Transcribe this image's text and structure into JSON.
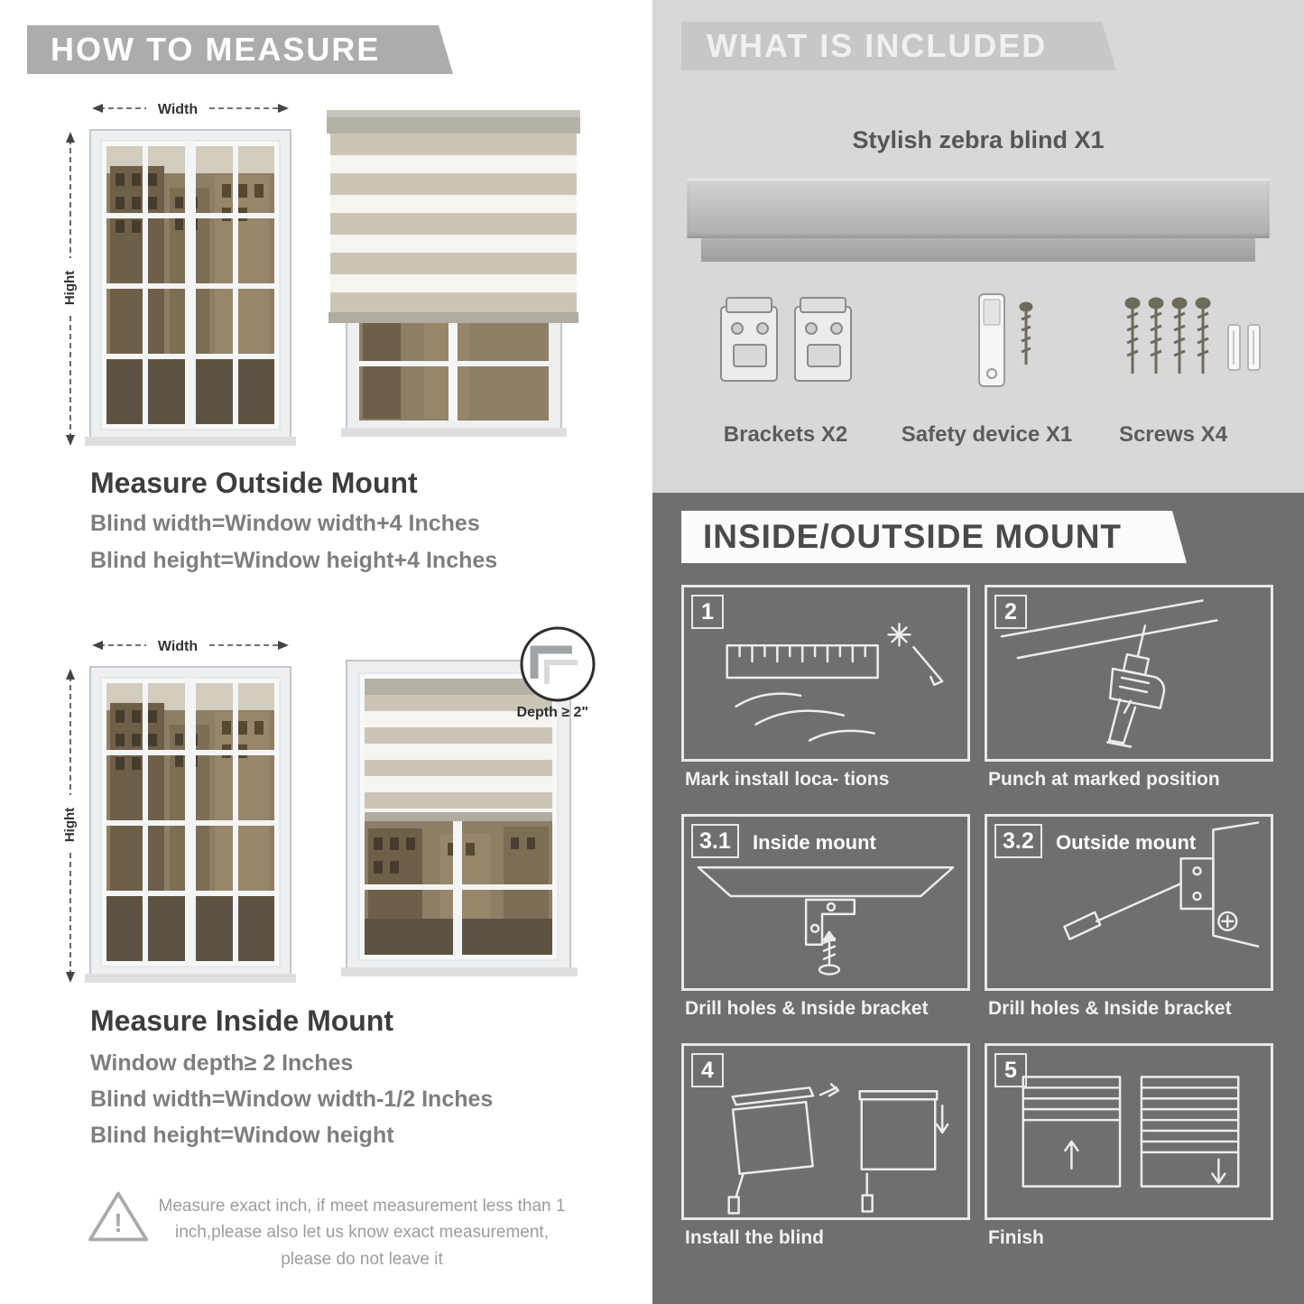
{
  "palette": {
    "banner_gray": "#acacac",
    "light_section": "#d8d8d8",
    "dark_section": "#6f6f6f",
    "title_text": "#3d3d3d",
    "formula_text": "#7e7e7e"
  },
  "icons": {
    "warning": "!"
  },
  "measure": {
    "banner": "HOW TO MEASURE",
    "width_label": "Width",
    "height_label": "Hight",
    "outside": {
      "title": "Measure Outside Mount",
      "line1": "Blind width=Window width+4 Inches",
      "line2": "Blind height=Window height+4 Inches"
    },
    "inside": {
      "title": "Measure Inside Mount",
      "depth_label": "Depth ≥ 2\"",
      "line1": "Window depth≥ 2 Inches",
      "line2": "Blind width=Window width-1/2 Inches",
      "line3": "Blind height=Window height"
    },
    "note": "Measure exact inch, if meet measurement less than 1 inch,please also let us know exact measurement, please do not leave it"
  },
  "included": {
    "banner": "WHAT IS INCLUDED",
    "product": "Stylish zebra blind X1",
    "items": [
      {
        "label": "Brackets X2"
      },
      {
        "label": "Safety device X1"
      },
      {
        "label": "Screws X4"
      }
    ]
  },
  "mount": {
    "banner": "INSIDE/OUTSIDE MOUNT",
    "steps": [
      {
        "num": "1",
        "caption": "Mark install loca- tions"
      },
      {
        "num": "2",
        "caption": "Punch at  marked position"
      },
      {
        "num": "3.1",
        "label": "Inside mount",
        "caption": "Drill holes &  Inside bracket"
      },
      {
        "num": "3.2",
        "label": "Outside mount",
        "caption": "Drill holes &  Inside bracket"
      },
      {
        "num": "4",
        "caption": "Install the blind"
      },
      {
        "num": "5",
        "caption": "Finish"
      }
    ]
  }
}
